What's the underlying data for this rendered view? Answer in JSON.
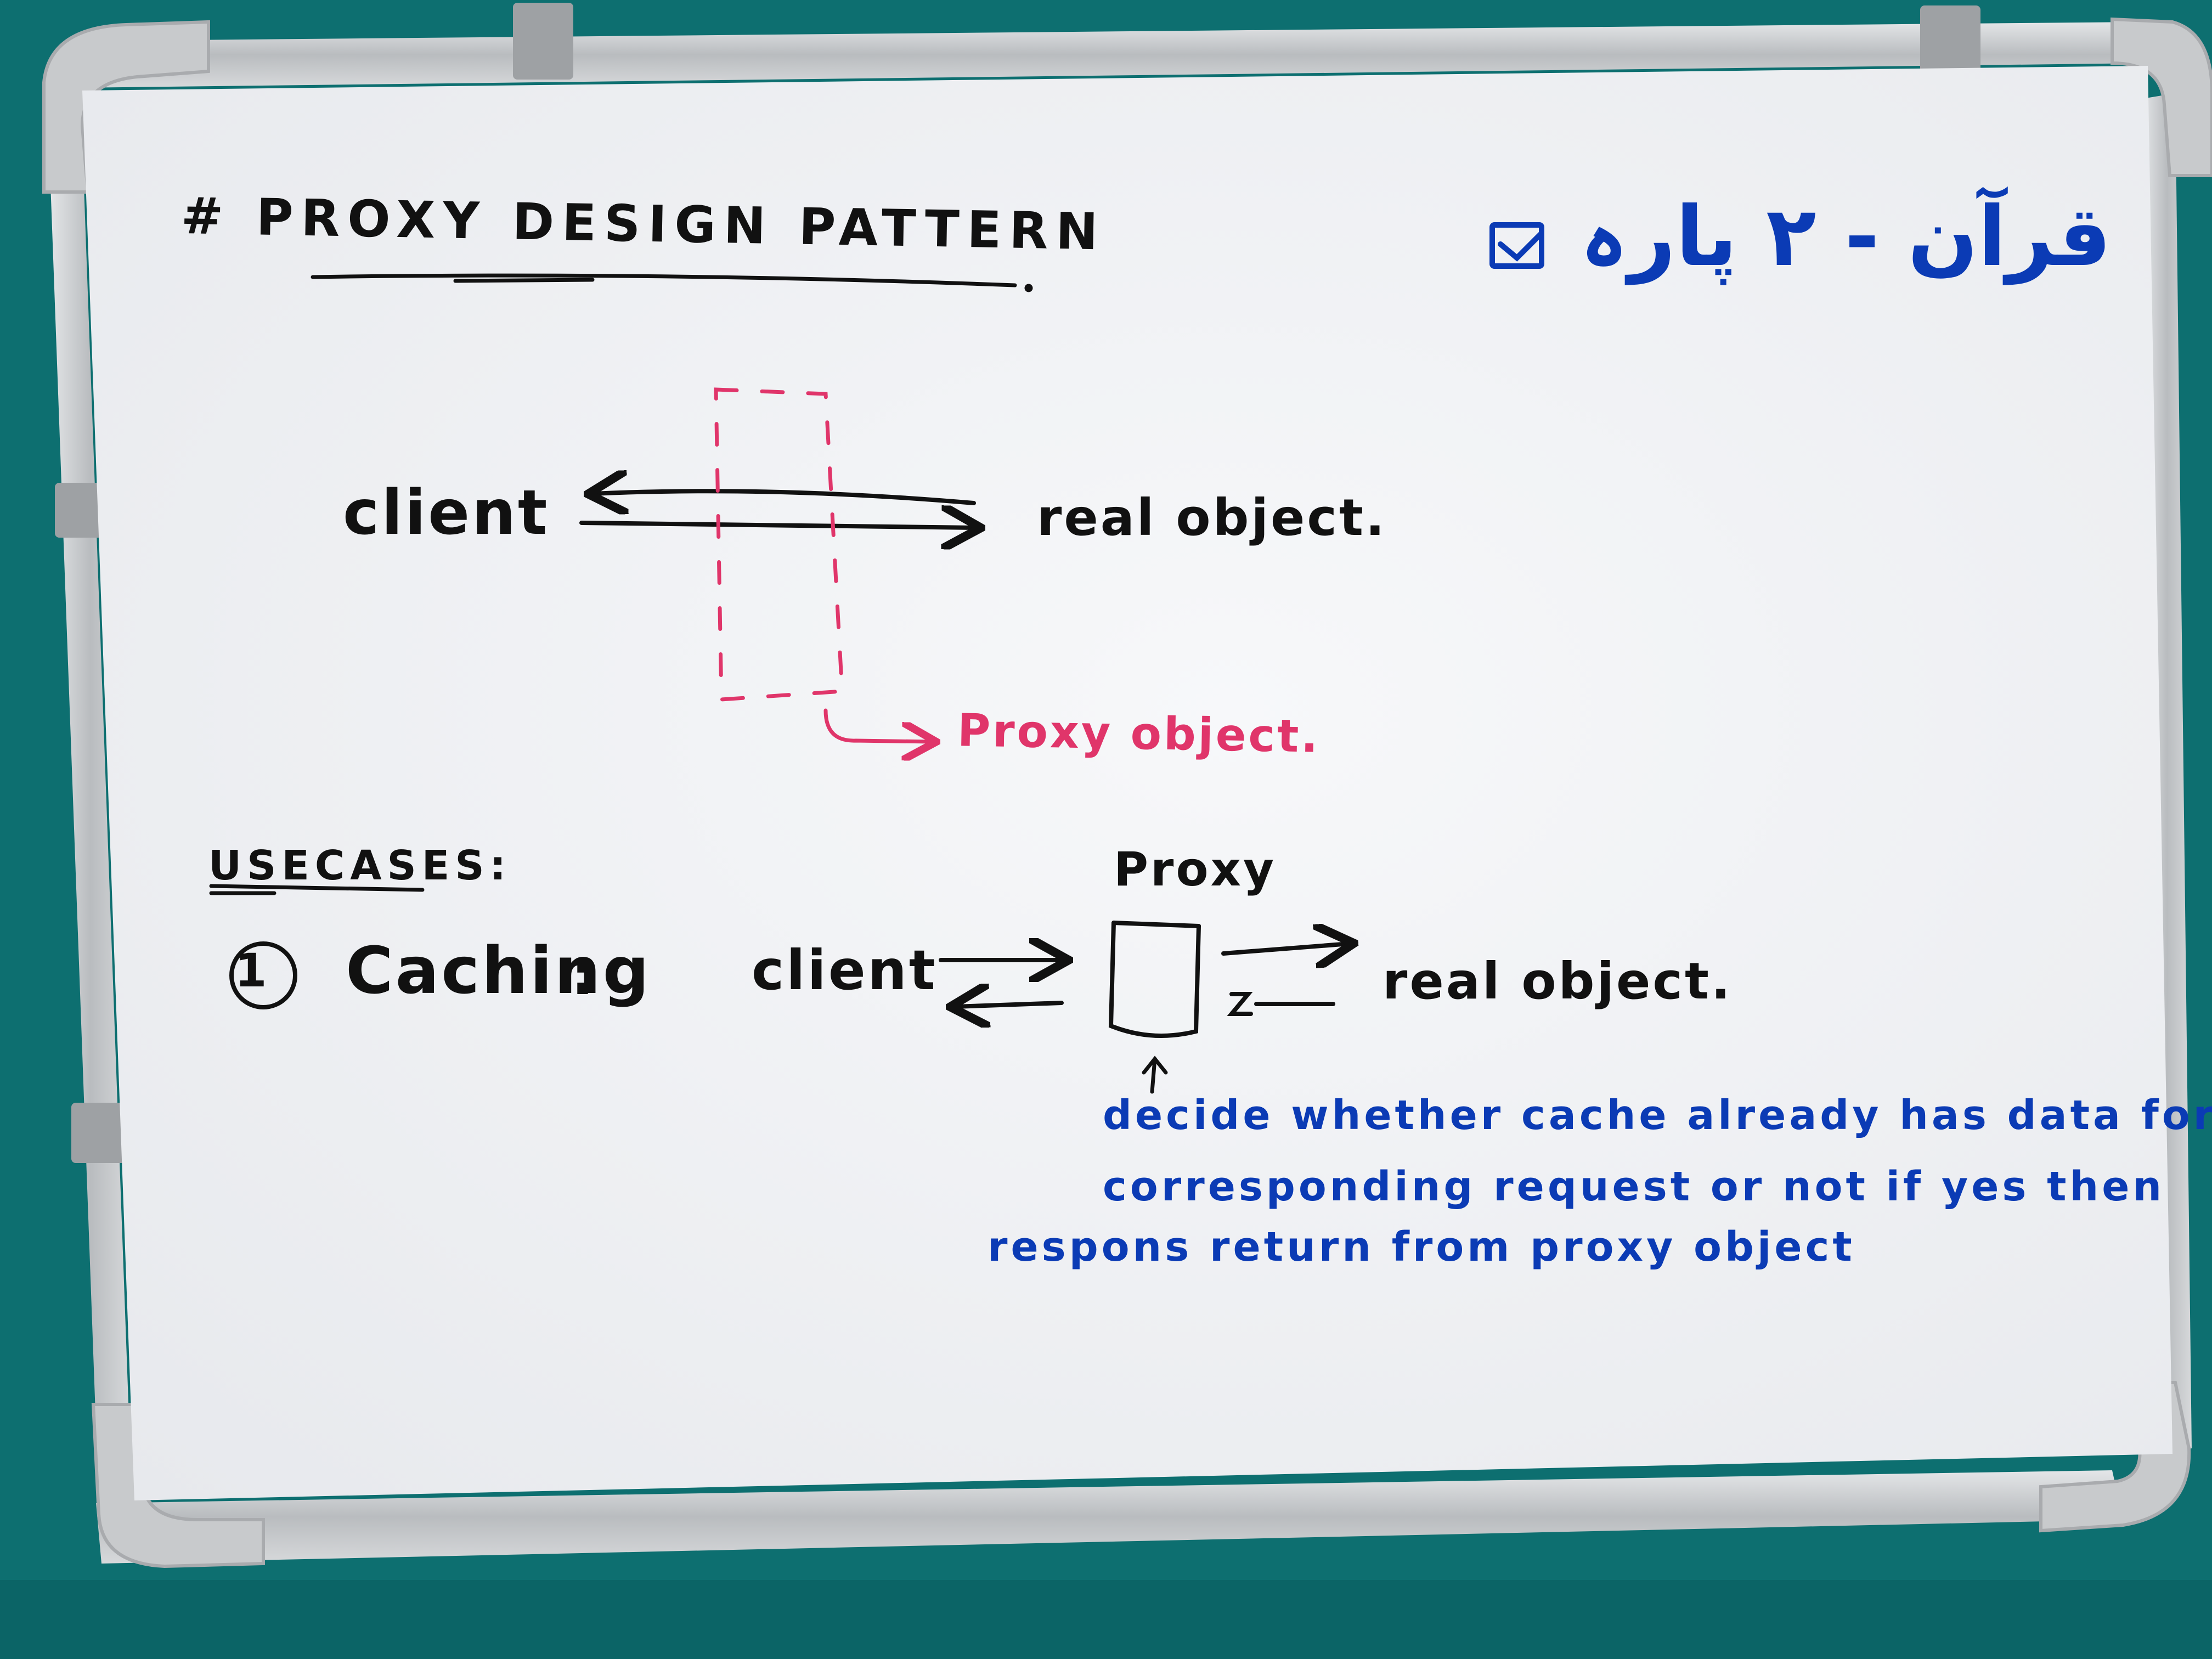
{
  "board": {
    "title": "# PROXY DESIGN PATTERN",
    "urdu_note": "قرآن - ۲ پارہ",
    "diagram1": {
      "left_label": "client",
      "right_label": "real object.",
      "proxy_label": "Proxy object."
    },
    "usecases_heading": "USECASES:",
    "usecase1": {
      "number": "1",
      "name": "Caching",
      "colon": ":",
      "client_label": "client",
      "proxy_label": "Proxy",
      "real_label": "real object.",
      "note_lines": [
        "decide whether cache already has data for",
        "corresponding request or not if yes then",
        "respons return from proxy object"
      ]
    }
  },
  "colors": {
    "wall": "#0d6f70",
    "board": "#f2f3f5",
    "frame": "#c9cbcd",
    "ink_black": "#111111",
    "ink_blue": "#0b3bb5",
    "ink_pink": "#e0356a"
  },
  "icons": [
    "checkbox-icon",
    "circled-number-icon",
    "arrow-icon"
  ]
}
